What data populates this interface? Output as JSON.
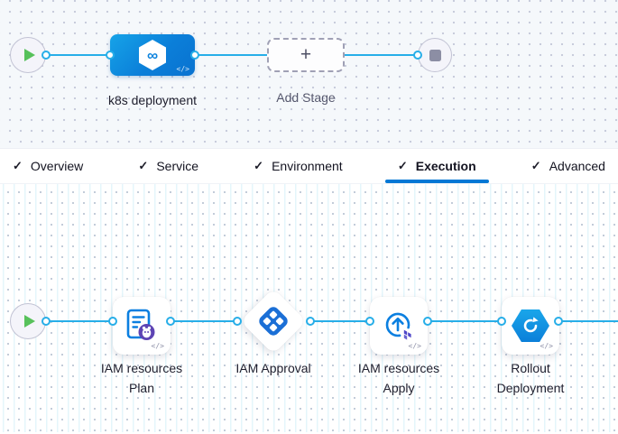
{
  "colors": {
    "connector": "#27aee8",
    "accent_blue": "#0278d5",
    "stage_blue_start": "#16a3e8",
    "stage_blue_end": "#0a72d0",
    "play_green": "#57c15b",
    "approval_blue": "#1b6fd6",
    "plan_purple": "#5e44b4",
    "terraform_purple": "#4e46c8"
  },
  "icons": {
    "check": "✓",
    "plus": "+",
    "infinity": "∞",
    "code": "</>"
  },
  "stage_pipeline": {
    "stage_label": "k8s deployment",
    "add_stage_label": "Add Stage"
  },
  "tabs": [
    {
      "label": "Overview",
      "checked": true,
      "active": false
    },
    {
      "label": "Service",
      "checked": true,
      "active": false
    },
    {
      "label": "Environment",
      "checked": true,
      "active": false
    },
    {
      "label": "Execution",
      "checked": true,
      "active": true
    },
    {
      "label": "Advanced",
      "checked": true,
      "active": false
    }
  ],
  "execution_pipeline": {
    "steps": [
      {
        "line1": "IAM resources",
        "line2": "Plan"
      },
      {
        "line1": "IAM Approval",
        "line2": ""
      },
      {
        "line1": "IAM resources",
        "line2": "Apply"
      },
      {
        "line1": "Rollout",
        "line2": "Deployment"
      }
    ]
  }
}
